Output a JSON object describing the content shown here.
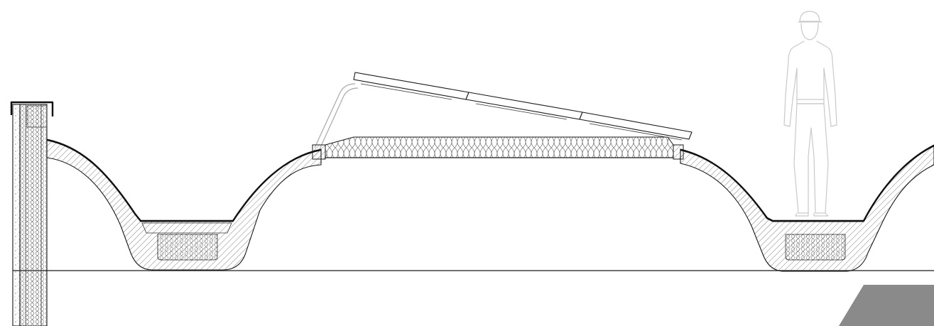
{
  "drawing": {
    "kind": "architectural-section",
    "elements": [
      "parapet-wall",
      "vault-left",
      "skylight-frame",
      "solar-panel-array",
      "insulation-layer",
      "vault-right",
      "human-figure",
      "ground-line",
      "grey-slab"
    ],
    "colors": {
      "line": "#1a1a1a",
      "person_outline": "#c9c9c9",
      "frame_outline": "#a8a8a8",
      "slab_fill": "#8a8a8a",
      "background": "#ffffff"
    }
  }
}
